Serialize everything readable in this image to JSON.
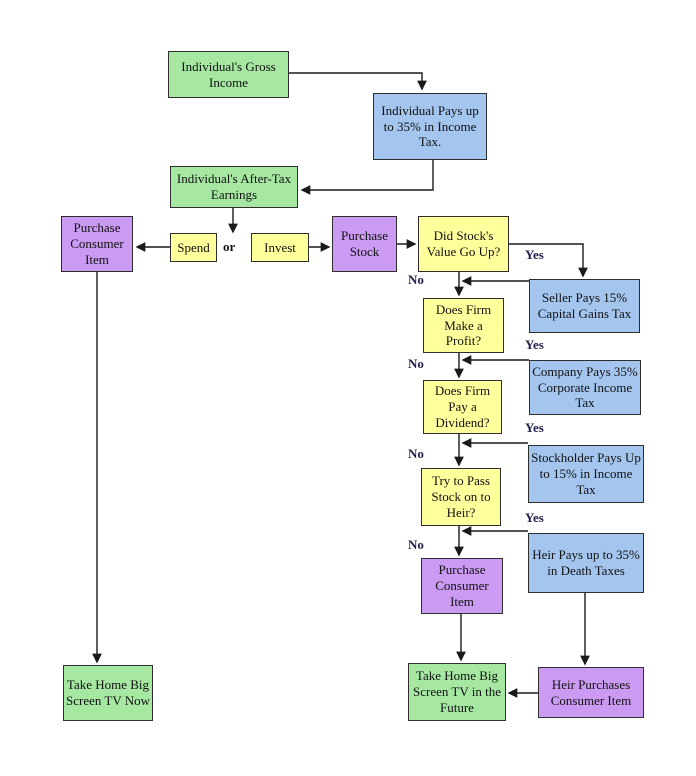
{
  "colors": {
    "bg": "#ffffff",
    "green": "#a6e8a2",
    "blue": "#a4c5ee",
    "purple": "#cb9af2",
    "yellow": "#ffff9c",
    "line": "#1a1a1a",
    "label": "#1f1f4d"
  },
  "nodes": {
    "gross_income": "Individual's Gross Income",
    "individual_pays": "Individual Pays up to 35% in Income Tax.",
    "after_tax": "Individual's After-Tax Earnings",
    "purchase_consumer_left": "Purchase Consumer Item",
    "spend": "Spend",
    "invest": "Invest",
    "purchase_stock": "Purchase Stock",
    "did_stock_value_go_up": "Did Stock's Value Go Up?",
    "seller_pays": "Seller Pays 15% Capital Gains Tax",
    "does_firm_make_profit": "Does Firm Make a Profit?",
    "company_pays": "Company Pays 35% Corporate Income Tax",
    "does_firm_pay_dividend": "Does Firm Pay a Dividend?",
    "stockholder_pays": "Stockholder Pays Up to 15% in Income Tax",
    "try_to_pass_stock": "Try to Pass Stock on to Heir?",
    "heir_pays": "Heir Pays up to 35% in Death Taxes",
    "purchase_consumer_right": "Purchase Consumer Item",
    "take_home_now": "Take Home Big Screen TV Now",
    "take_home_future": "Take Home Big Screen TV in the Future",
    "heir_purchases": "Heir Purchases Consumer Item"
  },
  "labels": {
    "or": "or",
    "yes": "Yes",
    "no": "No"
  }
}
